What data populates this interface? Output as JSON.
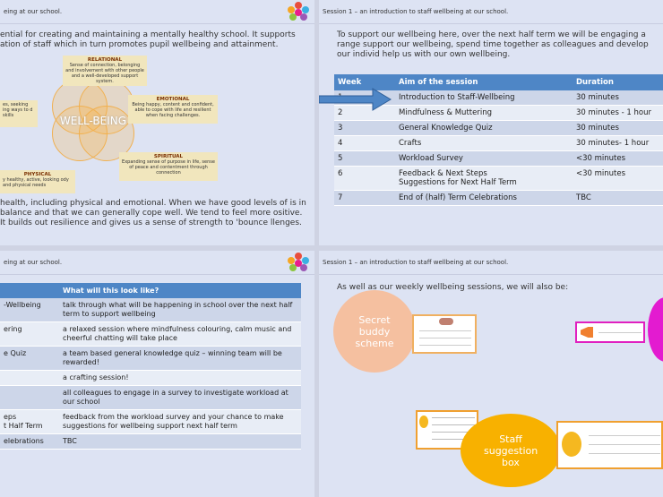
{
  "logo_colors": [
    "#e94e3d",
    "#f6a623",
    "#3ab0e2",
    "#8cc63f",
    "#9b59b6",
    "#e91e8c"
  ],
  "slide1": {
    "header": "eing at our school.",
    "intro": "ential for creating and maintaining a mentally healthy school. It supports ation of staff which in turn promotes pupil wellbeing and attainment.",
    "center_label": "WELL-BEING",
    "relational": {
      "title": "RELATIONAL",
      "text": "Sense of connection, belonging and involvement with other people and a well-developed support system."
    },
    "emotional": {
      "title": "EMOTIONAL",
      "text": "Being happy, content and confident, able to cope with life and resilient when facing challenges."
    },
    "spiritual": {
      "title": "SPIRITUAL",
      "text": "Expanding sense of purpose in life, sense of peace and contentment through connection"
    },
    "physical": {
      "title": "PHYSICAL",
      "text": "y healthy, active, looking ody and physical needs"
    },
    "left_box_text": "es, seeking ing ways to d skills",
    "outro": "health, including physical and emotional. When we have good levels of is in balance and that we can generally cope well. We tend to feel more ositive. It builds out resilience and gives us a sense of strength to 'bounce llenges."
  },
  "slide2": {
    "header": "Session 1 – an introduction to staff wellbeing at our school.",
    "intro": "To support our wellbeing here, over the next half term we will be engaging a range support our wellbeing, spend time together as colleagues and develop our individ help us with our own wellbeing.",
    "columns": [
      "Week",
      "Aim of the session",
      "Duration"
    ],
    "rows": [
      [
        "1",
        "Introduction to Staff-Wellbeing",
        "30 minutes"
      ],
      [
        "2",
        "Mindfulness & Muttering",
        "30 minutes - 1 hour"
      ],
      [
        "3",
        "General Knowledge Quiz",
        "30 minutes"
      ],
      [
        "4",
        "Crafts",
        "30 minutes- 1 hour"
      ],
      [
        "5",
        "Workload Survey",
        "<30 minutes"
      ],
      [
        "6",
        "Feedback & Next Steps\nSuggestions for Next Half Term",
        "<30 minutes"
      ],
      [
        "7",
        "End of (half) Term Celebrations",
        "TBC"
      ]
    ]
  },
  "slide3": {
    "header": "eing at our school.",
    "columns": [
      "",
      "What will this look like?"
    ],
    "rows": [
      [
        "-Wellbeing",
        "talk through what will be happening in school over the next half term to support wellbeing"
      ],
      [
        "ering",
        "a relaxed session where mindfulness colouring, calm music and cheerful chatting will take place"
      ],
      [
        "e Quiz",
        "a team based general knowledge quiz – winning team will be rewarded!"
      ],
      [
        "",
        "a crafting session!"
      ],
      [
        "",
        "all colleagues to engage in a survey to investigate workload at our school"
      ],
      [
        "eps\nt Half Term",
        "feedback from the workload survey and your chance to make suggestions for wellbeing support next half term"
      ],
      [
        "elebrations",
        "TBC"
      ]
    ]
  },
  "slide4": {
    "header": "Session 1 – an introduction to staff wellbeing at our school.",
    "intro": "As well as our weekly wellbeing sessions, we will also be:",
    "buddy": "Secret buddy scheme",
    "suggestion": "Staff suggestion box"
  }
}
